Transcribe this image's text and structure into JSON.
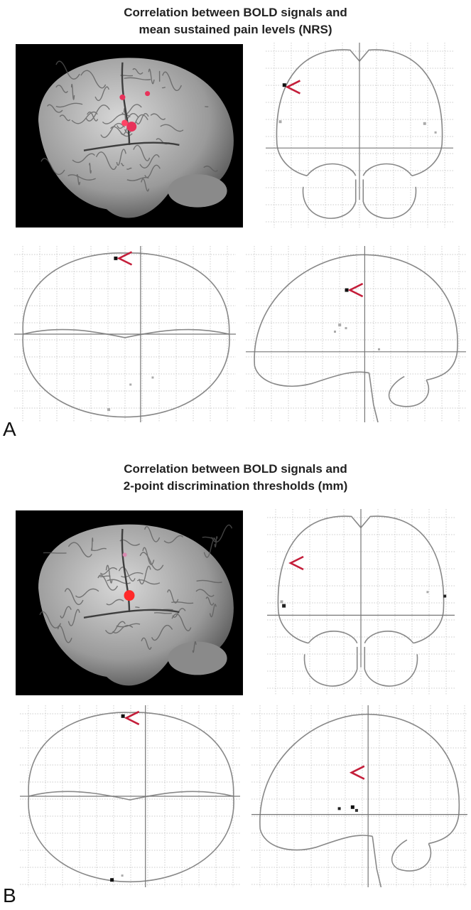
{
  "figure": {
    "panels": [
      {
        "label": "A",
        "title_line1": "Correlation between BOLD signals and",
        "title_line2": "mean sustained pain levels (NRS)",
        "colors": {
          "activation": "#e8325a",
          "arrow": "#c41e3a",
          "outline": "#888888",
          "grid": "#bbbbbb"
        },
        "icons": [
          "brain-render-icon",
          "glass-brain-coronal-icon",
          "glass-brain-axial-icon",
          "glass-brain-sagittal-icon",
          "arrow-marker-icon"
        ]
      },
      {
        "label": "B",
        "title_line1": "Correlation between BOLD signals and",
        "title_line2": "2-point discrimination thresholds (mm)",
        "colors": {
          "activation": "#e8325a",
          "arrow": "#c41e3a",
          "outline": "#888888",
          "grid": "#bbbbbb"
        },
        "icons": [
          "brain-render-icon",
          "glass-brain-coronal-icon",
          "glass-brain-axial-icon",
          "glass-brain-sagittal-icon",
          "arrow-marker-icon"
        ]
      }
    ]
  }
}
